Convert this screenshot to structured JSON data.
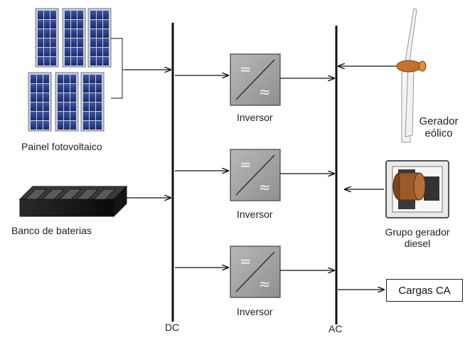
{
  "diagram": {
    "buses": {
      "dc": {
        "label": "DC"
      },
      "ac": {
        "label": "AC"
      }
    },
    "sources": {
      "pv": {
        "label": "Painel fotovoltaico"
      },
      "battery": {
        "label": "Banco de baterias"
      },
      "wind": {
        "label_line1": "Gerador",
        "label_line2": "eólico"
      },
      "diesel": {
        "label_line1": "Grupo gerador",
        "label_line2": "diesel"
      }
    },
    "inverters": [
      {
        "label": "Inversor",
        "symbol_dc": "=",
        "symbol_ac": "≈"
      },
      {
        "label": "Inversor",
        "symbol_dc": "=",
        "symbol_ac": "≈"
      },
      {
        "label": "Inversor",
        "symbol_dc": "=",
        "symbol_ac": "≈"
      }
    ],
    "load": {
      "label": "Cargas CA"
    },
    "colors": {
      "line": "#111111",
      "panel_cell": "#2b3f86",
      "panel_frame": "#9aa3b5",
      "inverter_fill": "#a9a9a9",
      "battery": "#1a1a1a",
      "turbine_hub": "#c8702a",
      "diesel_tank": "#9a5a2a"
    }
  }
}
